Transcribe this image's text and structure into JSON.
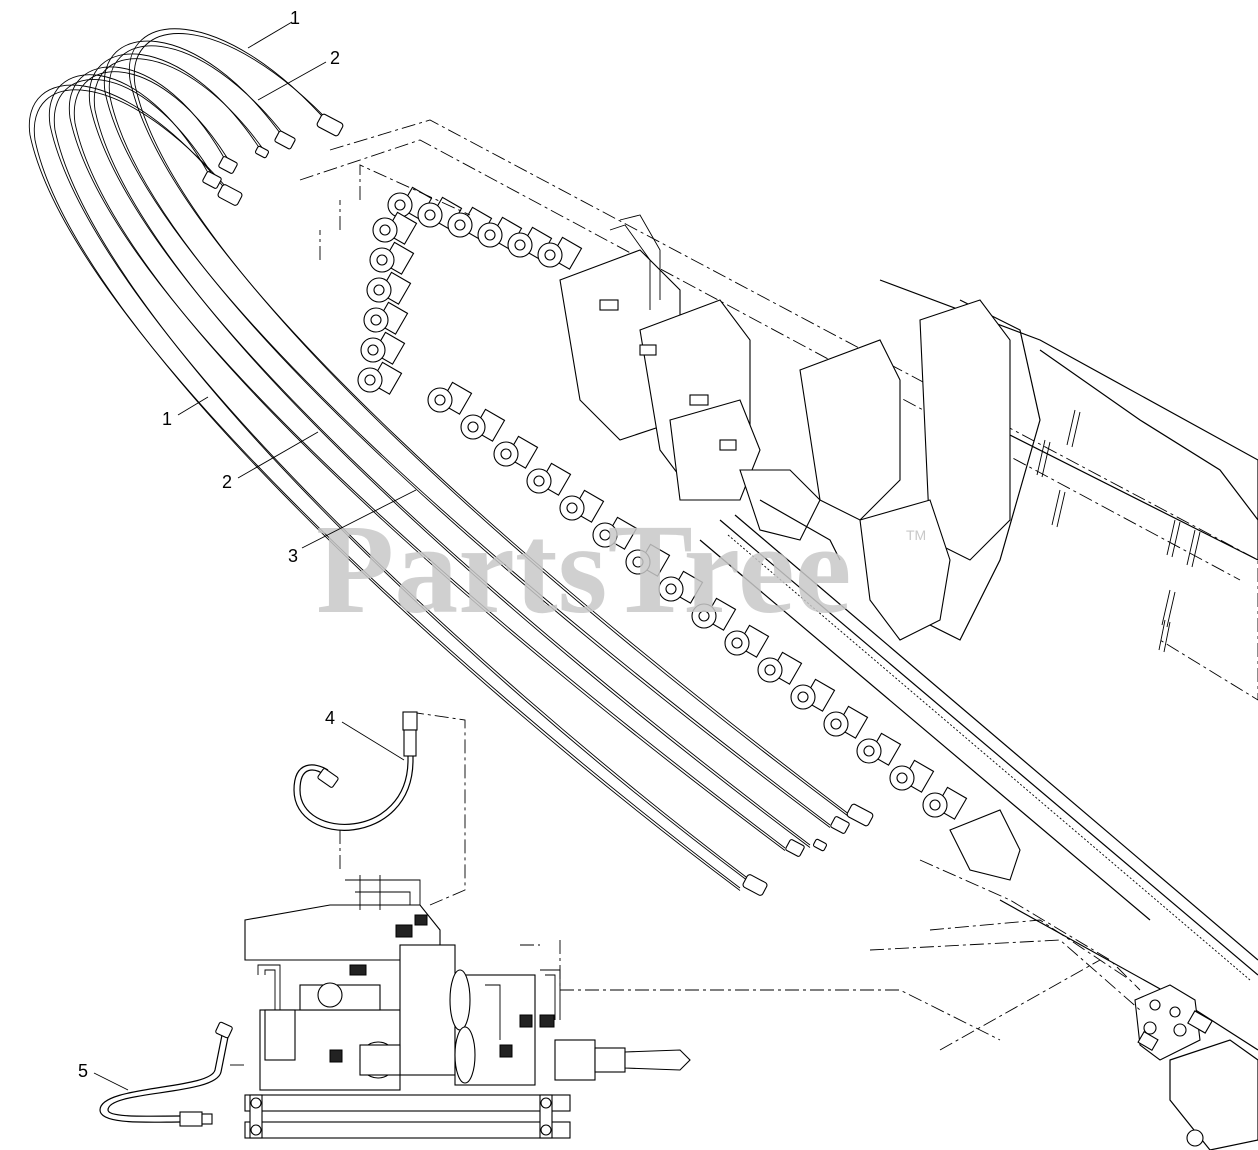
{
  "watermark": {
    "text": "PartsTree",
    "trademark": "TM"
  },
  "callouts": [
    {
      "id": "1a",
      "label": "1"
    },
    {
      "id": "2a",
      "label": "2"
    },
    {
      "id": "1b",
      "label": "1"
    },
    {
      "id": "2b",
      "label": "2"
    },
    {
      "id": "3",
      "label": "3"
    },
    {
      "id": "4",
      "label": "4"
    },
    {
      "id": "5",
      "label": "5"
    }
  ]
}
